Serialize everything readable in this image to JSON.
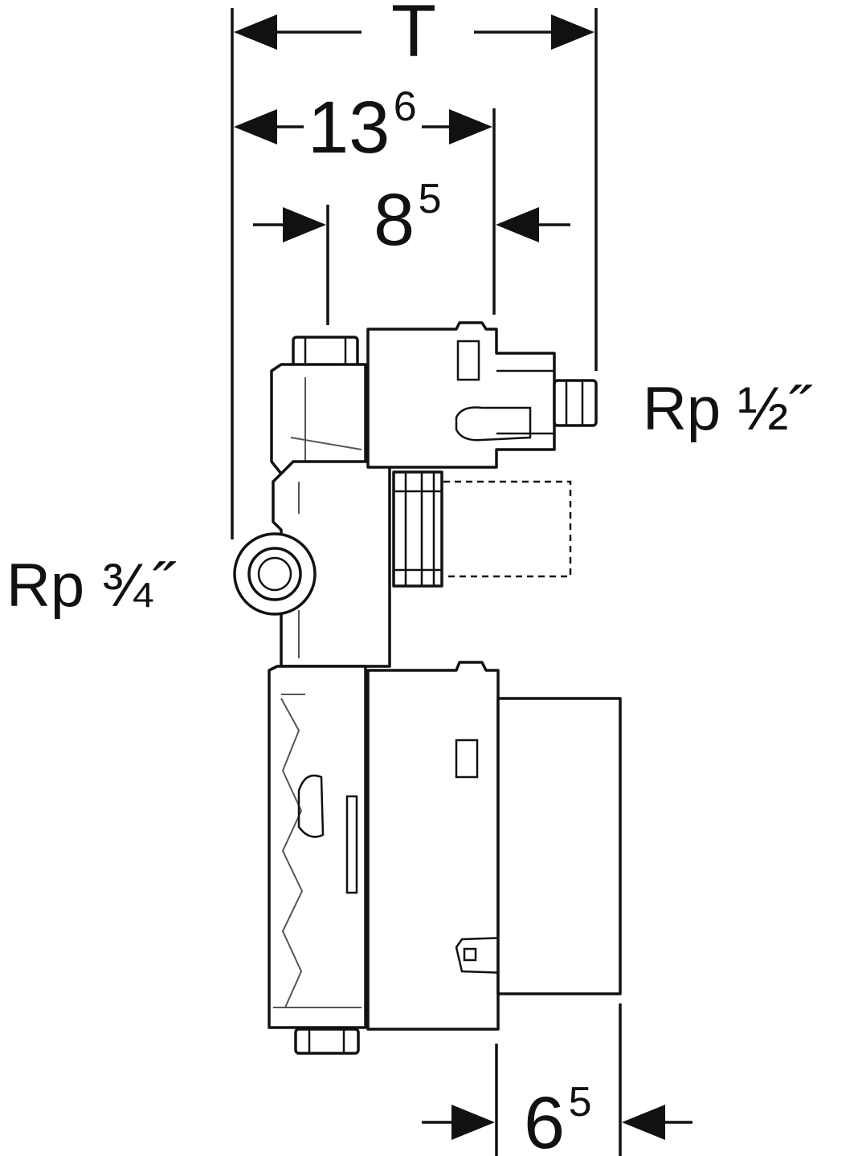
{
  "dimensions": {
    "T": {
      "main": "T",
      "sup": ""
    },
    "d136": {
      "main": "13",
      "sup": "6"
    },
    "d85": {
      "main": "8",
      "sup": "5"
    },
    "d65": {
      "main": "6",
      "sup": "5"
    }
  },
  "connections": {
    "outlet": "Rp ½˝",
    "inlet": "Rp ¾˝"
  },
  "colors": {
    "line": "#111111",
    "background": "#ffffff"
  }
}
